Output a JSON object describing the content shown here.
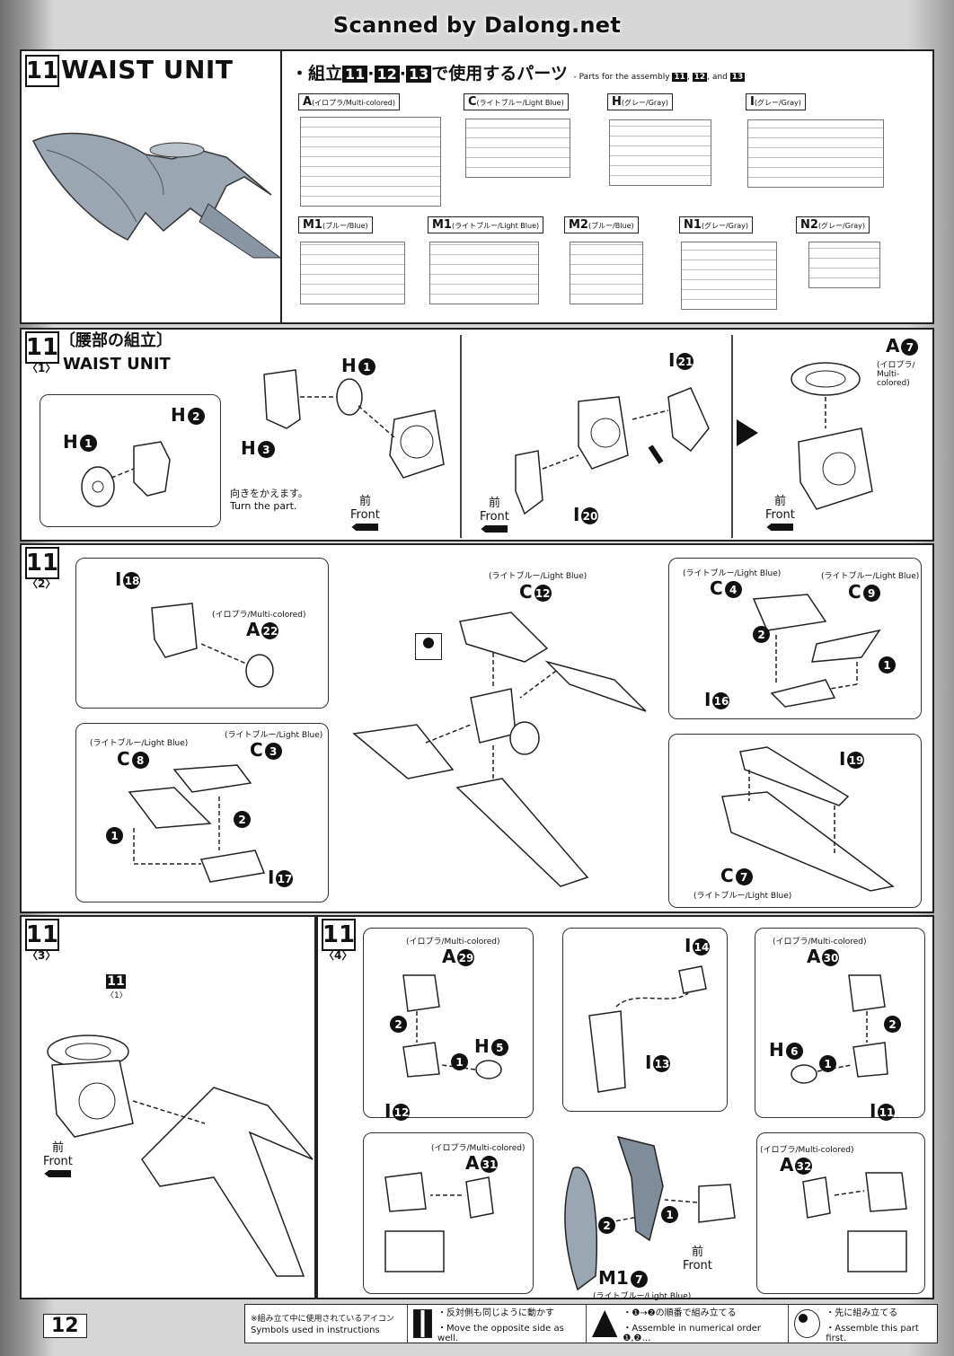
{
  "scanner": "Scanned by Dalong.net",
  "header": {
    "step_number": "11",
    "step_title": "WAIST UNIT",
    "parts_title_jp": "・組立",
    "parts_steps": [
      "11",
      "12",
      "13"
    ],
    "parts_suffix_jp": "で使用するパーツ",
    "parts_caption_en": "- Parts for the assembly",
    "parts_caption_and": ", and"
  },
  "runners": [
    {
      "letter": "A",
      "desc": "(イロプラ/Multi-colored)"
    },
    {
      "letter": "C",
      "desc": "(ライトブルー/Light Blue)"
    },
    {
      "letter": "H",
      "desc": "(グレー/Gray)"
    },
    {
      "letter": "I",
      "desc": "(グレー/Gray)"
    },
    {
      "letter": "M1",
      "desc": "(ブルー/Blue)"
    },
    {
      "letter": "M1",
      "desc": "(ライトブルー/Light Blue)"
    },
    {
      "letter": "M2",
      "desc": "(ブルー/Blue)"
    },
    {
      "letter": "N1",
      "desc": "(グレー/Gray)"
    },
    {
      "letter": "N2",
      "desc": "(グレー/Gray)"
    }
  ],
  "step1": {
    "num": "11",
    "sub": "〈1〉",
    "title_jp": "〔腰部の組立〕",
    "title_en": "WAIST UNIT",
    "turn_jp": "向きをかえます。",
    "turn_en": "Turn the part.",
    "front_jp": "前",
    "front_en": "Front",
    "parts": {
      "h1a": "H",
      "h1a_n": "1",
      "h2": "H",
      "h2_n": "2",
      "h1b": "H",
      "h1b_n": "1",
      "h3": "H",
      "h3_n": "3",
      "i21": "I",
      "i21_n": "21",
      "i20": "I",
      "i20_n": "20",
      "a7": "A",
      "a7_n": "7",
      "a7_desc": "(イロプラ/ Multi-colored)"
    }
  },
  "step2": {
    "num": "11",
    "sub": "〈2〉",
    "labels": {
      "i18": "I",
      "i18_n": "18",
      "a22": "A",
      "a22_n": "22",
      "a22_desc": "(イロプラ/Multi-colored)",
      "c12": "C",
      "c12_n": "12",
      "c12_desc": "(ライトブルー/Light Blue)",
      "c4": "C",
      "c4_n": "4",
      "c4_desc": "(ライトブルー/Light Blue)",
      "c9": "C",
      "c9_n": "9",
      "c9_desc": "(ライトブルー/Light Blue)",
      "i16": "I",
      "i16_n": "16",
      "c8": "C",
      "c8_n": "8",
      "c8_desc": "(ライトブルー/Light Blue)",
      "c3": "C",
      "c3_n": "3",
      "c3_desc": "(ライトブルー/Light Blue)",
      "i17": "I",
      "i17_n": "17",
      "i19": "I",
      "i19_n": "19",
      "c7": "C",
      "c7_n": "7",
      "c7_desc": "(ライトブルー/Light Blue)"
    }
  },
  "step3": {
    "num": "11",
    "sub": "〈3〉",
    "ref_num": "11",
    "ref_sub": "〈1〉",
    "front_jp": "前",
    "front_en": "Front"
  },
  "step4": {
    "num": "11",
    "sub": "〈4〉",
    "labels": {
      "a29": "A",
      "a29_n": "29",
      "a29_desc": "(イロプラ/Multi-colored)",
      "h5": "H",
      "h5_n": "5",
      "i12": "I",
      "i12_n": "12",
      "a31": "A",
      "a31_n": "31",
      "a31_desc": "(イロプラ/Multi-colored)",
      "i14": "I",
      "i14_n": "14",
      "i13": "I",
      "i13_n": "13",
      "a30": "A",
      "a30_n": "30",
      "a30_desc": "(イロプラ/Multi-colored)",
      "h6": "H",
      "h6_n": "6",
      "i11": "I",
      "i11_n": "11",
      "a32": "A",
      "a32_n": "32",
      "a32_desc": "(イロプラ/Multi-colored)",
      "m17": "M1",
      "m17_n": "7",
      "m17_desc": "(ライトブルー/Light Blue)"
    },
    "front_jp": "前",
    "front_en": "Front"
  },
  "footer": {
    "page": "12",
    "legend_jp": "※組み立て中に使用されているアイコン",
    "legend_en": "Symbols used in instructions",
    "sym1_jp": "・反対側も同じように動かす",
    "sym1_en": "・Move the opposite side as well.",
    "sym2_jp": "・❶→❷の順番で組み立てる",
    "sym2_en": "・Assemble in numerical order ❶,❷…",
    "sym3_jp": "・先に組み立てる",
    "sym3_en": "・Assemble this part first."
  },
  "step_badges": [
    "1",
    "2"
  ]
}
